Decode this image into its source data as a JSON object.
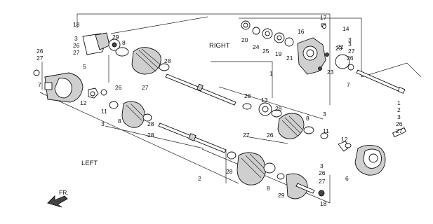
{
  "headings": {
    "right": "RIGHT",
    "left": "LEFT",
    "front": "FR."
  },
  "callouts": {
    "c1": "1",
    "c2": "2",
    "c3a": "3",
    "c3b": "3",
    "c3c": "3",
    "c3d": "3",
    "c3e": "3",
    "c5": "5",
    "c6": "6",
    "c7a": "7",
    "c7b": "7",
    "c8a": "8",
    "c8b": "8",
    "c8c": "8",
    "c8d": "8",
    "c11a": "11",
    "c11b": "11",
    "c12a": "12",
    "c12b": "12",
    "c13": "13",
    "c14": "14",
    "c16": "16",
    "c17": "17",
    "c18a": "18",
    "c18b": "18",
    "c19": "19",
    "c20": "20",
    "c21": "21",
    "c22": "22",
    "c23a": "23",
    "c23b": "23",
    "c24": "24",
    "c25": "25",
    "c26a": "26",
    "c26b": "26",
    "c26c": "26",
    "c26d": "26",
    "c27a": "27",
    "c27b": "27",
    "c27c": "27",
    "c27d": "27",
    "c27e": "27",
    "c28a": "28",
    "c28b": "28",
    "c28c": "28",
    "c28d": "28",
    "c28e": "28",
    "c28f": "28",
    "c29a": "29",
    "c29b": "29"
  },
  "stacks": {
    "topleft": [
      "26",
      "27"
    ],
    "upper_left_shaft": [
      "3",
      "26",
      "27"
    ],
    "right_end": [
      "3",
      "26",
      "27"
    ],
    "right_bottom": [
      "1",
      "2",
      "3",
      "26",
      "27"
    ],
    "bottom_center": [
      "3",
      "26",
      "27"
    ],
    "bottom_stack": [
      "18"
    ]
  }
}
